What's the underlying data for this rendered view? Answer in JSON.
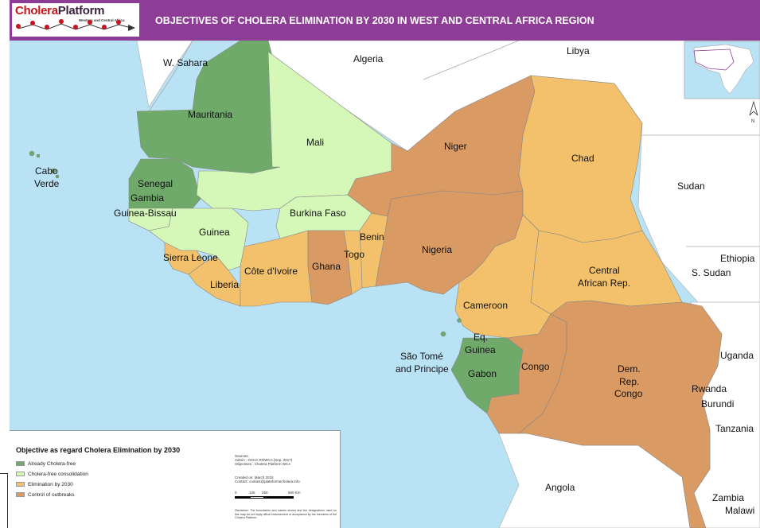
{
  "header": {
    "logo_brand_red": "Cholera",
    "logo_brand_dark": "Platform",
    "logo_subtitle": "Western and Central Africa",
    "title": "OBJECTIVES OF CHOLERA ELIMINATION BY 2030 IN WEST AND CENTRAL AFRICA REGION"
  },
  "colors": {
    "already_cholera_free": "#6faa6b",
    "cholera_free_consolidation": "#d5f7b8",
    "elimination_by_2030": "#f3c16c",
    "control_of_outbreaks": "#d99a64",
    "sea": "#b9e2f5",
    "neighbour_land": "#ffffff",
    "header": "#8e3d96"
  },
  "map": {
    "north_symbol": "N",
    "countries": [
      {
        "name": "Mauritania",
        "category": "already_cholera_free"
      },
      {
        "name": "Senegal",
        "category": "already_cholera_free"
      },
      {
        "name": "Gambia",
        "category": "already_cholera_free"
      },
      {
        "name": "Gabon",
        "category": "already_cholera_free"
      },
      {
        "name": "Eq. Guinea",
        "category": "already_cholera_free"
      },
      {
        "name": "Mali",
        "category": "cholera_free_consolidation"
      },
      {
        "name": "Burkina Faso",
        "category": "cholera_free_consolidation"
      },
      {
        "name": "Guinea",
        "category": "cholera_free_consolidation"
      },
      {
        "name": "Guinea-Bissau",
        "category": "cholera_free_consolidation"
      },
      {
        "name": "Cabo Verde",
        "category": "already_cholera_free"
      },
      {
        "name": "Chad",
        "category": "elimination_by_2030"
      },
      {
        "name": "Central African Rep.",
        "category": "elimination_by_2030"
      },
      {
        "name": "Cameroon",
        "category": "elimination_by_2030"
      },
      {
        "name": "Côte d'Ivoire",
        "category": "elimination_by_2030"
      },
      {
        "name": "Sierra Leone",
        "category": "elimination_by_2030"
      },
      {
        "name": "Liberia",
        "category": "elimination_by_2030"
      },
      {
        "name": "Benin",
        "category": "elimination_by_2030"
      },
      {
        "name": "Togo",
        "category": "elimination_by_2030"
      },
      {
        "name": "Niger",
        "category": "control_of_outbreaks"
      },
      {
        "name": "Nigeria",
        "category": "control_of_outbreaks"
      },
      {
        "name": "Ghana",
        "category": "control_of_outbreaks"
      },
      {
        "name": "Congo",
        "category": "control_of_outbreaks"
      },
      {
        "name": "Dem. Rep. Congo",
        "category": "control_of_outbreaks"
      }
    ],
    "labels": {
      "w_sahara": "W. Sahara",
      "algeria": "Algeria",
      "libya": "Libya",
      "mauritania": "Mauritania",
      "mali": "Mali",
      "niger": "Niger",
      "chad": "Chad",
      "sudan": "Sudan",
      "cabo": "Cabo",
      "verde": "Verde",
      "senegal": "Senegal",
      "gambia": "Gambia",
      "guinea_bissau": "Guinea-Bissau",
      "burkina_faso": "Burkina Faso",
      "guinea": "Guinea",
      "benin": "Benin",
      "nigeria": "Nigeria",
      "togo": "Togo",
      "sierra_leone": "Sierra Leone",
      "cote_divoire": "Côte d'Ivoire",
      "ghana": "Ghana",
      "liberia": "Liberia",
      "central": "Central",
      "african_rep": "African Rep.",
      "ethiopia": "Ethiopia",
      "s_sudan": "S. Sudan",
      "cameroon": "Cameroon",
      "eq": "Eq.",
      "eq_guinea": "Guinea",
      "sao_tome": "São Tomé",
      "and_principe": "and Principe",
      "gabon": "Gabon",
      "congo": "Congo",
      "dem": "Dem.",
      "rep": "Rep.",
      "drc_congo": "Congo",
      "uganda": "Uganda",
      "rwanda": "Rwanda",
      "burundi": "Burundi",
      "tanzania": "Tanzania",
      "angola": "Angola",
      "zambia": "Zambia",
      "malawi": "Malawi"
    }
  },
  "legend": {
    "title": "Objective as regard Cholera Elimination by 2030",
    "items": [
      {
        "label": "Already Cholera-free",
        "color": "#6faa6b"
      },
      {
        "label": "Cholera-free consolidation",
        "color": "#d5f7b8"
      },
      {
        "label": "Elimination by 2030",
        "color": "#f3c16c"
      },
      {
        "label": "Control of outbreaks",
        "color": "#d99a64"
      }
    ],
    "sources_heading": "Sources:",
    "sources_admin": "Admin : OCHA ROWCA (Sep. 2017)",
    "sources_objectives": "Objectives : Cholera Platform WCA",
    "created": "Created on: March 2018",
    "contact": "Contact: contact@plateformecholera.info",
    "scale_ticks": [
      "0",
      "125",
      "250",
      "500 Km"
    ],
    "disclaimer": "Disclaimer: The boundaries and names shown and the designations used on this map do not imply offical endorsement or acceptance by the members of the Cholera Platform."
  }
}
